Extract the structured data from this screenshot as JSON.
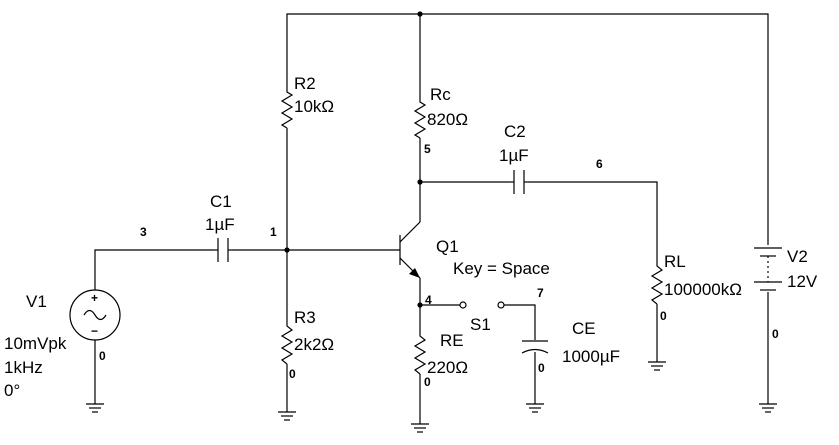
{
  "components": {
    "v1": {
      "name": "V1",
      "amplitude": "10mVpk",
      "frequency": "1kHz",
      "phase": "0°",
      "plus": "+",
      "minus": "−"
    },
    "v2": {
      "name": "V2",
      "value": "12V"
    },
    "c1": {
      "name": "C1",
      "value": "1µF"
    },
    "c2": {
      "name": "C2",
      "value": "1µF"
    },
    "r2": {
      "name": "R2",
      "value": "10kΩ"
    },
    "r3": {
      "name": "R3",
      "value": "2k2Ω"
    },
    "rc": {
      "name": "Rc",
      "value": "820Ω"
    },
    "re": {
      "name": "RE",
      "value": "220Ω"
    },
    "rl": {
      "name": "RL",
      "value": "100000kΩ"
    },
    "ce": {
      "name": "CE",
      "value": "1000µF"
    },
    "q1": {
      "name": "Q1",
      "key": "Key = Space"
    },
    "s1": {
      "name": "S1"
    }
  },
  "nodes": {
    "n3": "3",
    "n1": "1",
    "n5": "5",
    "n6": "6",
    "n4": "4",
    "n7": "7",
    "gnd_v1": "0",
    "gnd_r3": "0",
    "gnd_re": "0",
    "gnd_ce": "0",
    "gnd_rl": "0",
    "gnd_v2": "0"
  }
}
